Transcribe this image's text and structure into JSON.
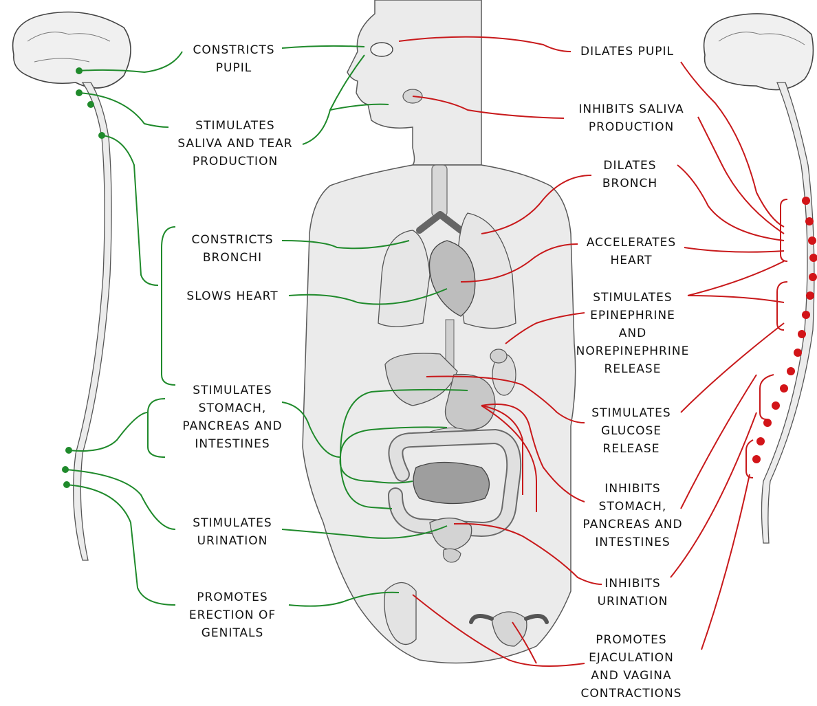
{
  "colors": {
    "parasympathetic": "#1f8a2b",
    "sympathetic": "#c8191b",
    "body_fill": "#e9e9e9",
    "outline": "#555555",
    "organ_fill": "#d6d6d6"
  },
  "parasympathetic_labels": [
    {
      "key": "constricts-pupil",
      "lines": [
        "CONSTRICTS",
        "PUPIL"
      ]
    },
    {
      "key": "stimulates-saliva-tear",
      "lines": [
        "STIMULATES",
        "SALIVA AND TEAR",
        "PRODUCTION"
      ]
    },
    {
      "key": "constricts-bronchi",
      "lines": [
        "CONSTRICTS",
        "BRONCHI"
      ]
    },
    {
      "key": "slows-heart",
      "lines": [
        "SLOWS HEART"
      ]
    },
    {
      "key": "stimulates-stomach",
      "lines": [
        "STIMULATES",
        "STOMACH,",
        "PANCREAS AND",
        "INTESTINES"
      ]
    },
    {
      "key": "stimulates-urination",
      "lines": [
        "STIMULATES",
        "URINATION"
      ]
    },
    {
      "key": "promotes-erection",
      "lines": [
        "PROMOTES",
        "ERECTION OF",
        "GENITALS"
      ]
    }
  ],
  "sympathetic_labels": [
    {
      "key": "dilates-pupil",
      "lines": [
        "DILATES PUPIL"
      ]
    },
    {
      "key": "inhibits-saliva",
      "lines": [
        "INHIBITS SALIVA",
        "PRODUCTION"
      ]
    },
    {
      "key": "dilates-bronch",
      "lines": [
        "DILATES",
        "BRONCH"
      ]
    },
    {
      "key": "accelerates-heart",
      "lines": [
        "ACCELERATES",
        "HEART"
      ]
    },
    {
      "key": "stimulates-epinephrine",
      "lines": [
        "STIMULATES",
        "EPINEPHRINE",
        "AND",
        "NOREPINEPHRINE",
        "RELEASE"
      ]
    },
    {
      "key": "stimulates-glucose",
      "lines": [
        "STIMULATES",
        "GLUCOSE",
        "RELEASE"
      ]
    },
    {
      "key": "inhibits-stomach",
      "lines": [
        "INHIBITS",
        "STOMACH,",
        "PANCREAS AND",
        "INTESTINES"
      ]
    },
    {
      "key": "inhibits-urination",
      "lines": [
        "INHIBITS",
        "URINATION"
      ]
    },
    {
      "key": "promotes-ejaculation",
      "lines": [
        "PROMOTES",
        "EJACULATION",
        "AND VAGINA",
        "CONTRACTIONS"
      ]
    }
  ]
}
